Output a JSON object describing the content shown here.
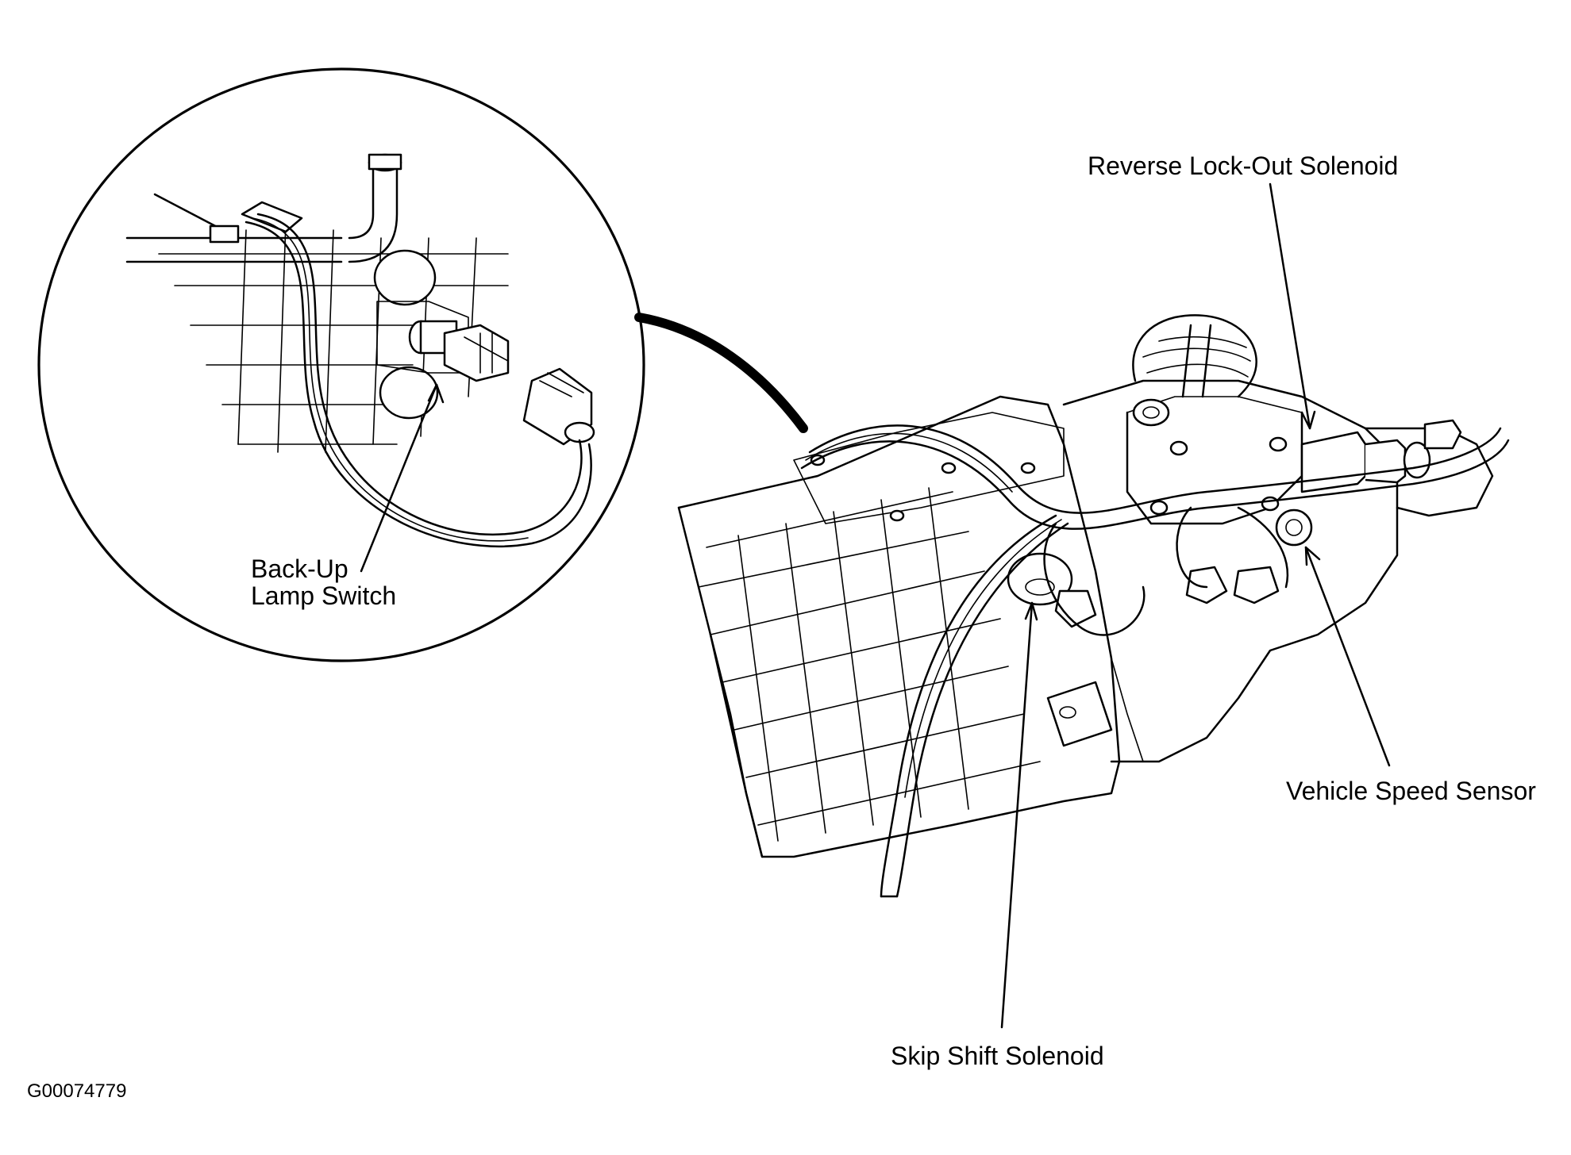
{
  "labels": {
    "backup_lamp_switch_line1": "Back-Up",
    "backup_lamp_switch_line2": "Lamp Switch",
    "reverse_lockout_solenoid": "Reverse Lock-Out Solenoid",
    "vehicle_speed_sensor": "Vehicle Speed Sensor",
    "skip_shift_solenoid": "Skip Shift Solenoid"
  },
  "figure_id": "G00074779"
}
